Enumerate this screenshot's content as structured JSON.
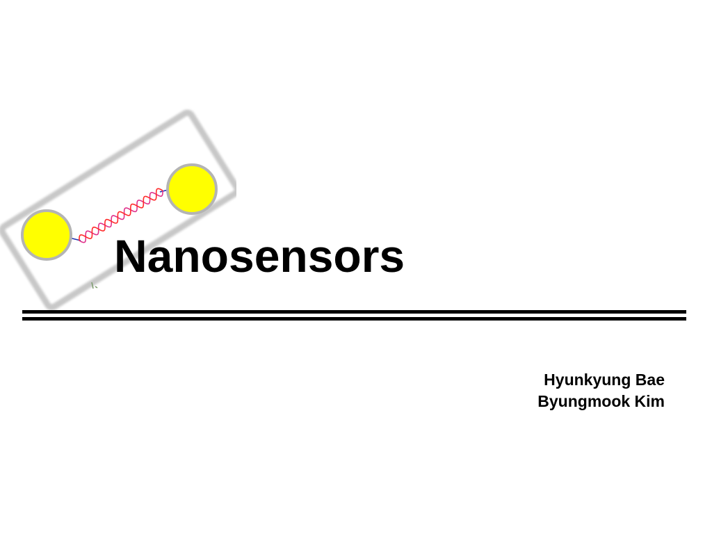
{
  "slide": {
    "title": "Nanosensors",
    "authors": [
      "Hyunkyung Bae",
      "Byungmook Kim"
    ]
  },
  "illustration": {
    "icon": "dna-nanoparticle-icon",
    "colors": {
      "particle_fill": "#ffff00",
      "particle_border": "#b4b4b4",
      "frame_border": "#c8c8c8",
      "helix_strand_a": "#e0308a",
      "helix_strand_b": "#ff2a2a",
      "linker": "#1d2fb0"
    }
  },
  "colors": {
    "text": "#000000",
    "rule": "#000000",
    "background": "#ffffff"
  }
}
